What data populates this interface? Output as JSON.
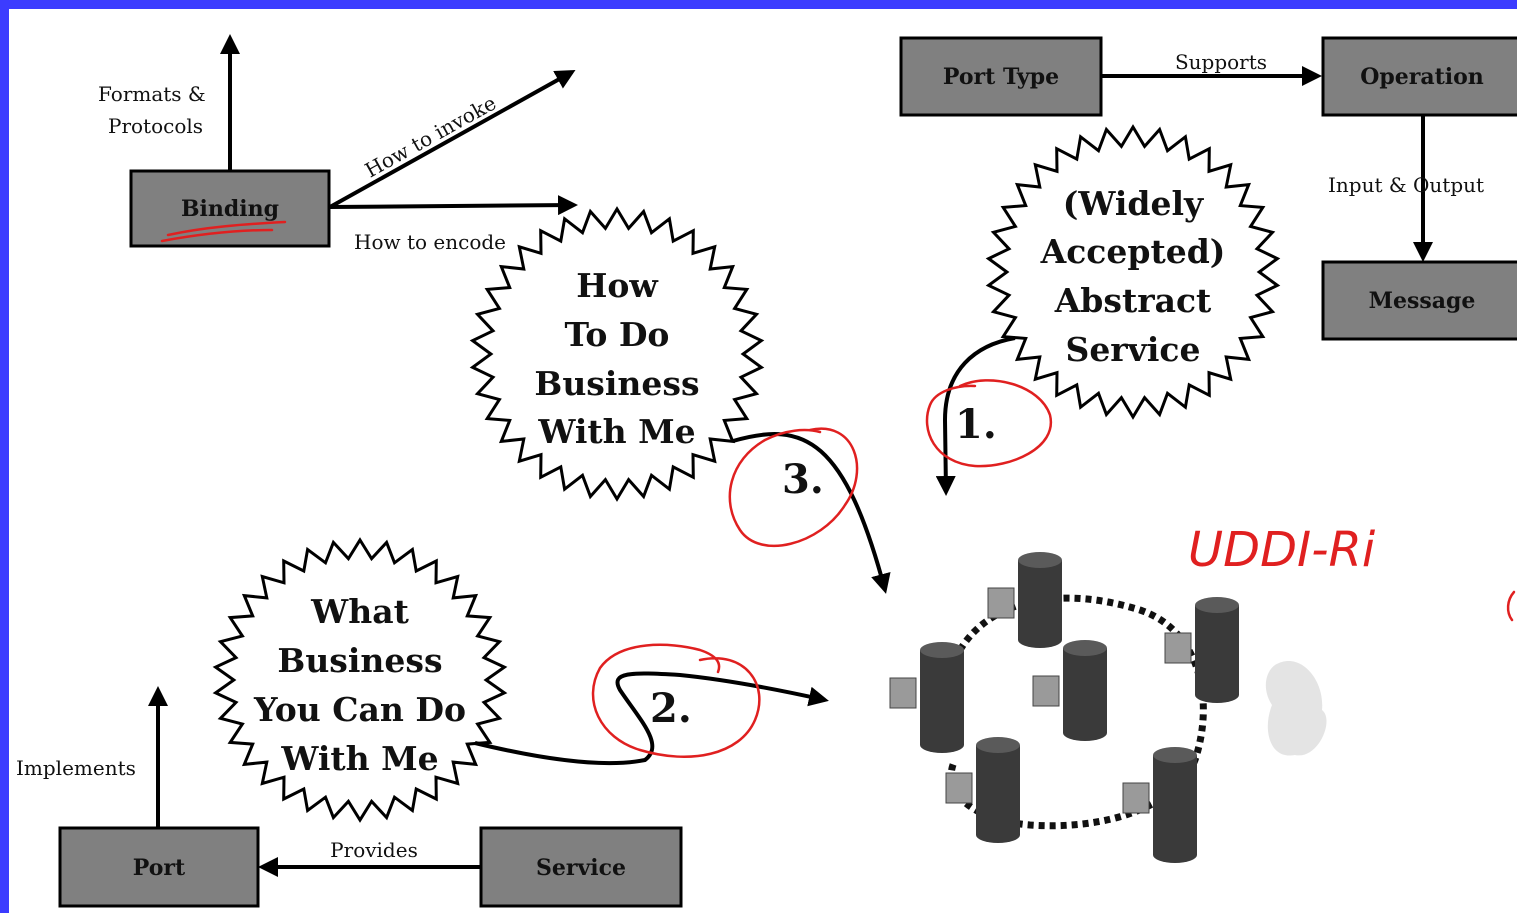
{
  "boxes": {
    "binding": "Binding",
    "port_type": "Port Type",
    "operation": "Operation",
    "message": "Message",
    "port": "Port",
    "service": "Service"
  },
  "edges": {
    "formats_protocols_1": "Formats &",
    "formats_protocols_2": "Protocols",
    "how_to_invoke": "How to invoke",
    "how_to_encode": "How to encode",
    "supports": "Supports",
    "input_output": "Input & Output",
    "implements": "Implements",
    "provides": "Provides"
  },
  "stars": {
    "abstract_service": [
      "(Widely",
      "Accepted)",
      "Abstract",
      "Service"
    ],
    "how_to_do_business": [
      "How",
      "To Do",
      "Business",
      "With Me"
    ],
    "what_business": [
      "What",
      "Business",
      "You Can Do",
      "With Me"
    ]
  },
  "steps": {
    "step1": "1.",
    "step2": "2.",
    "step3": "3."
  },
  "handwriting": {
    "note": "UDDI-Ri"
  },
  "colors": {
    "frame": "#3c3cff",
    "box_fill": "#808080",
    "annotation_ink": "#e02020"
  }
}
